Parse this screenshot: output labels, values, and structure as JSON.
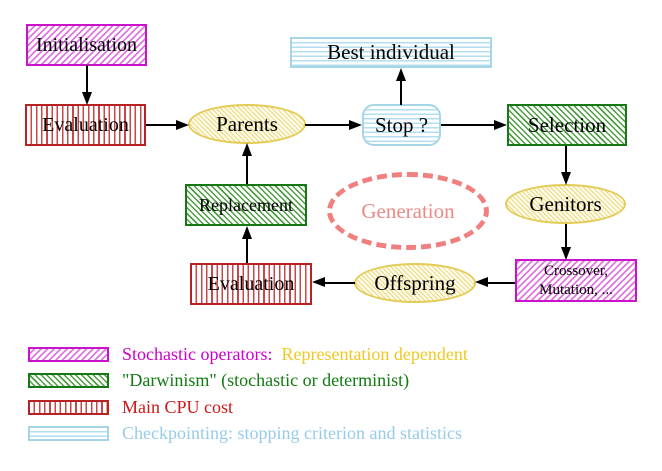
{
  "nodes": {
    "initialisation": "Initialisation",
    "evaluation_top": "Evaluation",
    "parents": "Parents",
    "best_individual": "Best individual",
    "stop": "Stop ?",
    "selection": "Selection",
    "replacement": "Replacement",
    "generation": "Generation",
    "genitors": "Genitors",
    "offspring": "Offspring",
    "evaluation_bottom": "Evaluation",
    "crossover_line1": "Crossover,",
    "crossover_line2": "Mutation, ..."
  },
  "legend": {
    "items": [
      {
        "swatch": "magenta-diagonal-hatch",
        "parts": [
          {
            "text": "Stochastic operators:",
            "color": "#cc00cc"
          },
          {
            "text": "Representation dependent",
            "color": "#eec822"
          }
        ]
      },
      {
        "swatch": "green-diagonal-hatch",
        "parts": [
          {
            "text": "\"Darwinism\" (stochastic or determinist)",
            "color": "#117a11"
          }
        ]
      },
      {
        "swatch": "red-vertical-stripes",
        "parts": [
          {
            "text": "Main CPU cost",
            "color": "#cc1818"
          }
        ]
      },
      {
        "swatch": "cyan-horizontal-stripes",
        "parts": [
          {
            "text": "Checkpointing: stopping criterion and statistics",
            "color": "#97cbe9"
          }
        ]
      }
    ]
  },
  "colors": {
    "stochastic_magenta": "#cc00cc",
    "darwinism_green": "#157815",
    "cpu_red": "#b92222",
    "checkpointing_cyan": "#a6d6e6",
    "operator_yellow": "#e3cb55",
    "generation_salmon": "#f08080",
    "representation_gold": "#eec822",
    "arrow_black": "#000000"
  }
}
